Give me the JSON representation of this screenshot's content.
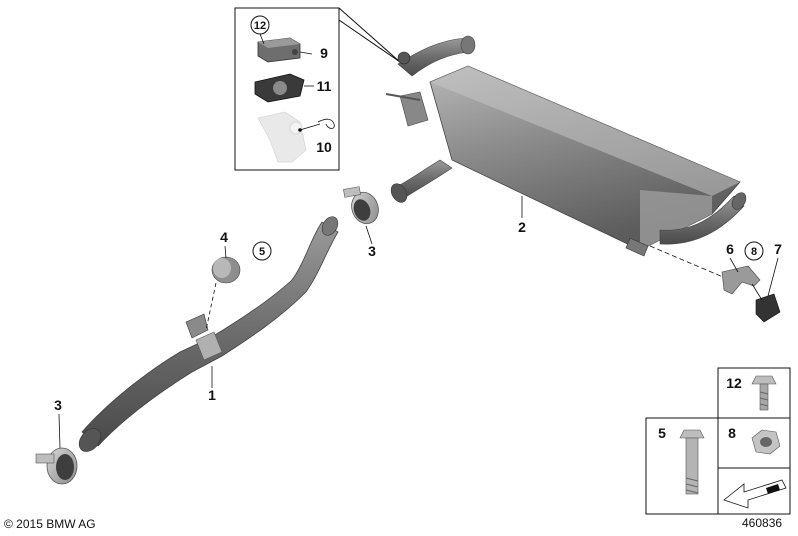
{
  "copyright": "© 2015 BMW AG",
  "diagram_id": "460836",
  "callouts": {
    "front_pipe": "1",
    "rear_silencer": "2",
    "clamp_upper": "3",
    "clamp_lower": "3",
    "rubber_mount": "4",
    "mount_screw": "5",
    "bracket": "6",
    "bracket_screw": "8",
    "bracket_rubber": "7",
    "flap_actuator": "9",
    "vacuum_cell": "10",
    "gasket": "11",
    "actuator_screw": "12"
  },
  "hardware_legend": {
    "screw_long": "5",
    "screw_short": "12",
    "nut": "8"
  }
}
